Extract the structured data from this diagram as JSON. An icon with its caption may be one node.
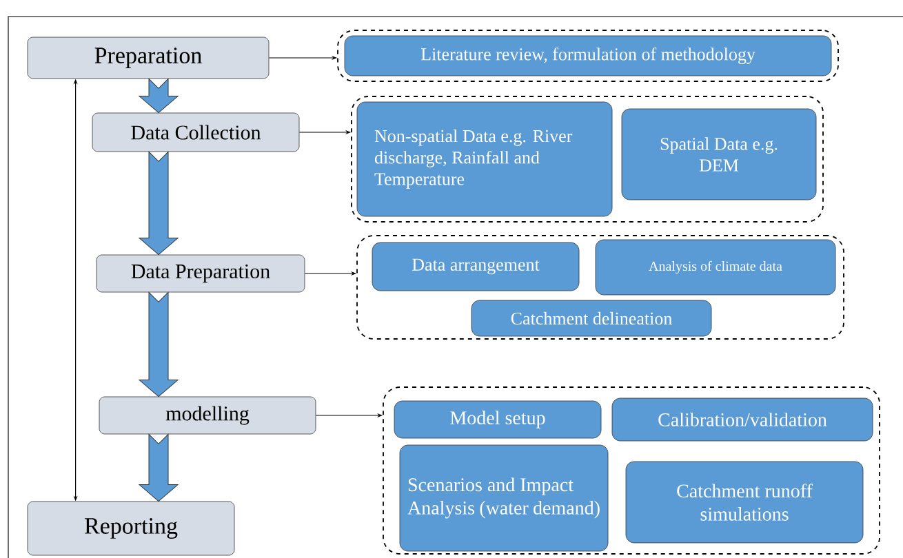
{
  "diagram": {
    "nodes": [
      {
        "text": [
          "Preparation"
        ]
      },
      {
        "text": [
          "Data Collection"
        ]
      },
      {
        "text": [
          "Data Preparation"
        ]
      },
      {
        "text": [
          "modelling"
        ]
      },
      {
        "text": [
          "Reporting"
        ]
      },
      {
        "text": [],
        "shape": "box"
      },
      {
        "text": [
          "Literature review, formulation of methodology"
        ],
        "in": 5
      },
      {
        "text": [],
        "shape": "box"
      },
      {
        "text": [
          "Non-spatial Data e.g. River discharge, Rainfall and Temperature"
        ],
        "in": 7
      },
      {
        "text": [
          "Spatial Data e.g. DEM"
        ],
        "in": 7
      },
      {
        "text": [],
        "shape": "box"
      },
      {
        "text": [
          "Data arrangement"
        ],
        "in": 10
      },
      {
        "text": [
          "Analysis of climate data"
        ],
        "in": 10
      },
      {
        "text": [
          "Catchment delineation"
        ],
        "in": 10
      },
      {
        "text": [],
        "shape": "box"
      },
      {
        "text": [
          "Model setup"
        ],
        "in": 14
      },
      {
        "text": [
          "Calibration/validation"
        ],
        "in": 14
      },
      {
        "text": [
          "Scenarios and Impact Analysis (water demand)"
        ],
        "in": 14
      },
      {
        "text": [
          "Catchment runoff simulations"
        ],
        "in": 14
      }
    ],
    "edges": [
      {
        "from": 0,
        "to": 1,
        "arrow": "to",
        "style": "thick",
        "color": "#5b9bd5"
      },
      {
        "from": 1,
        "to": 2,
        "arrow": "to",
        "style": "thick",
        "color": "#5b9bd5"
      },
      {
        "from": 2,
        "to": 3,
        "arrow": "to",
        "style": "thick",
        "color": "#5b9bd5"
      },
      {
        "from": 3,
        "to": 4,
        "arrow": "to",
        "style": "thick",
        "color": "#5b9bd5"
      },
      {
        "from": 0,
        "to": 5,
        "arrow": "to"
      },
      {
        "from": 1,
        "to": 7,
        "arrow": "to"
      },
      {
        "from": 2,
        "to": 10,
        "arrow": "to"
      },
      {
        "from": 3,
        "to": 14,
        "arrow": "to"
      },
      {
        "from": 4,
        "to": 0,
        "arrow": "both"
      }
    ]
  }
}
